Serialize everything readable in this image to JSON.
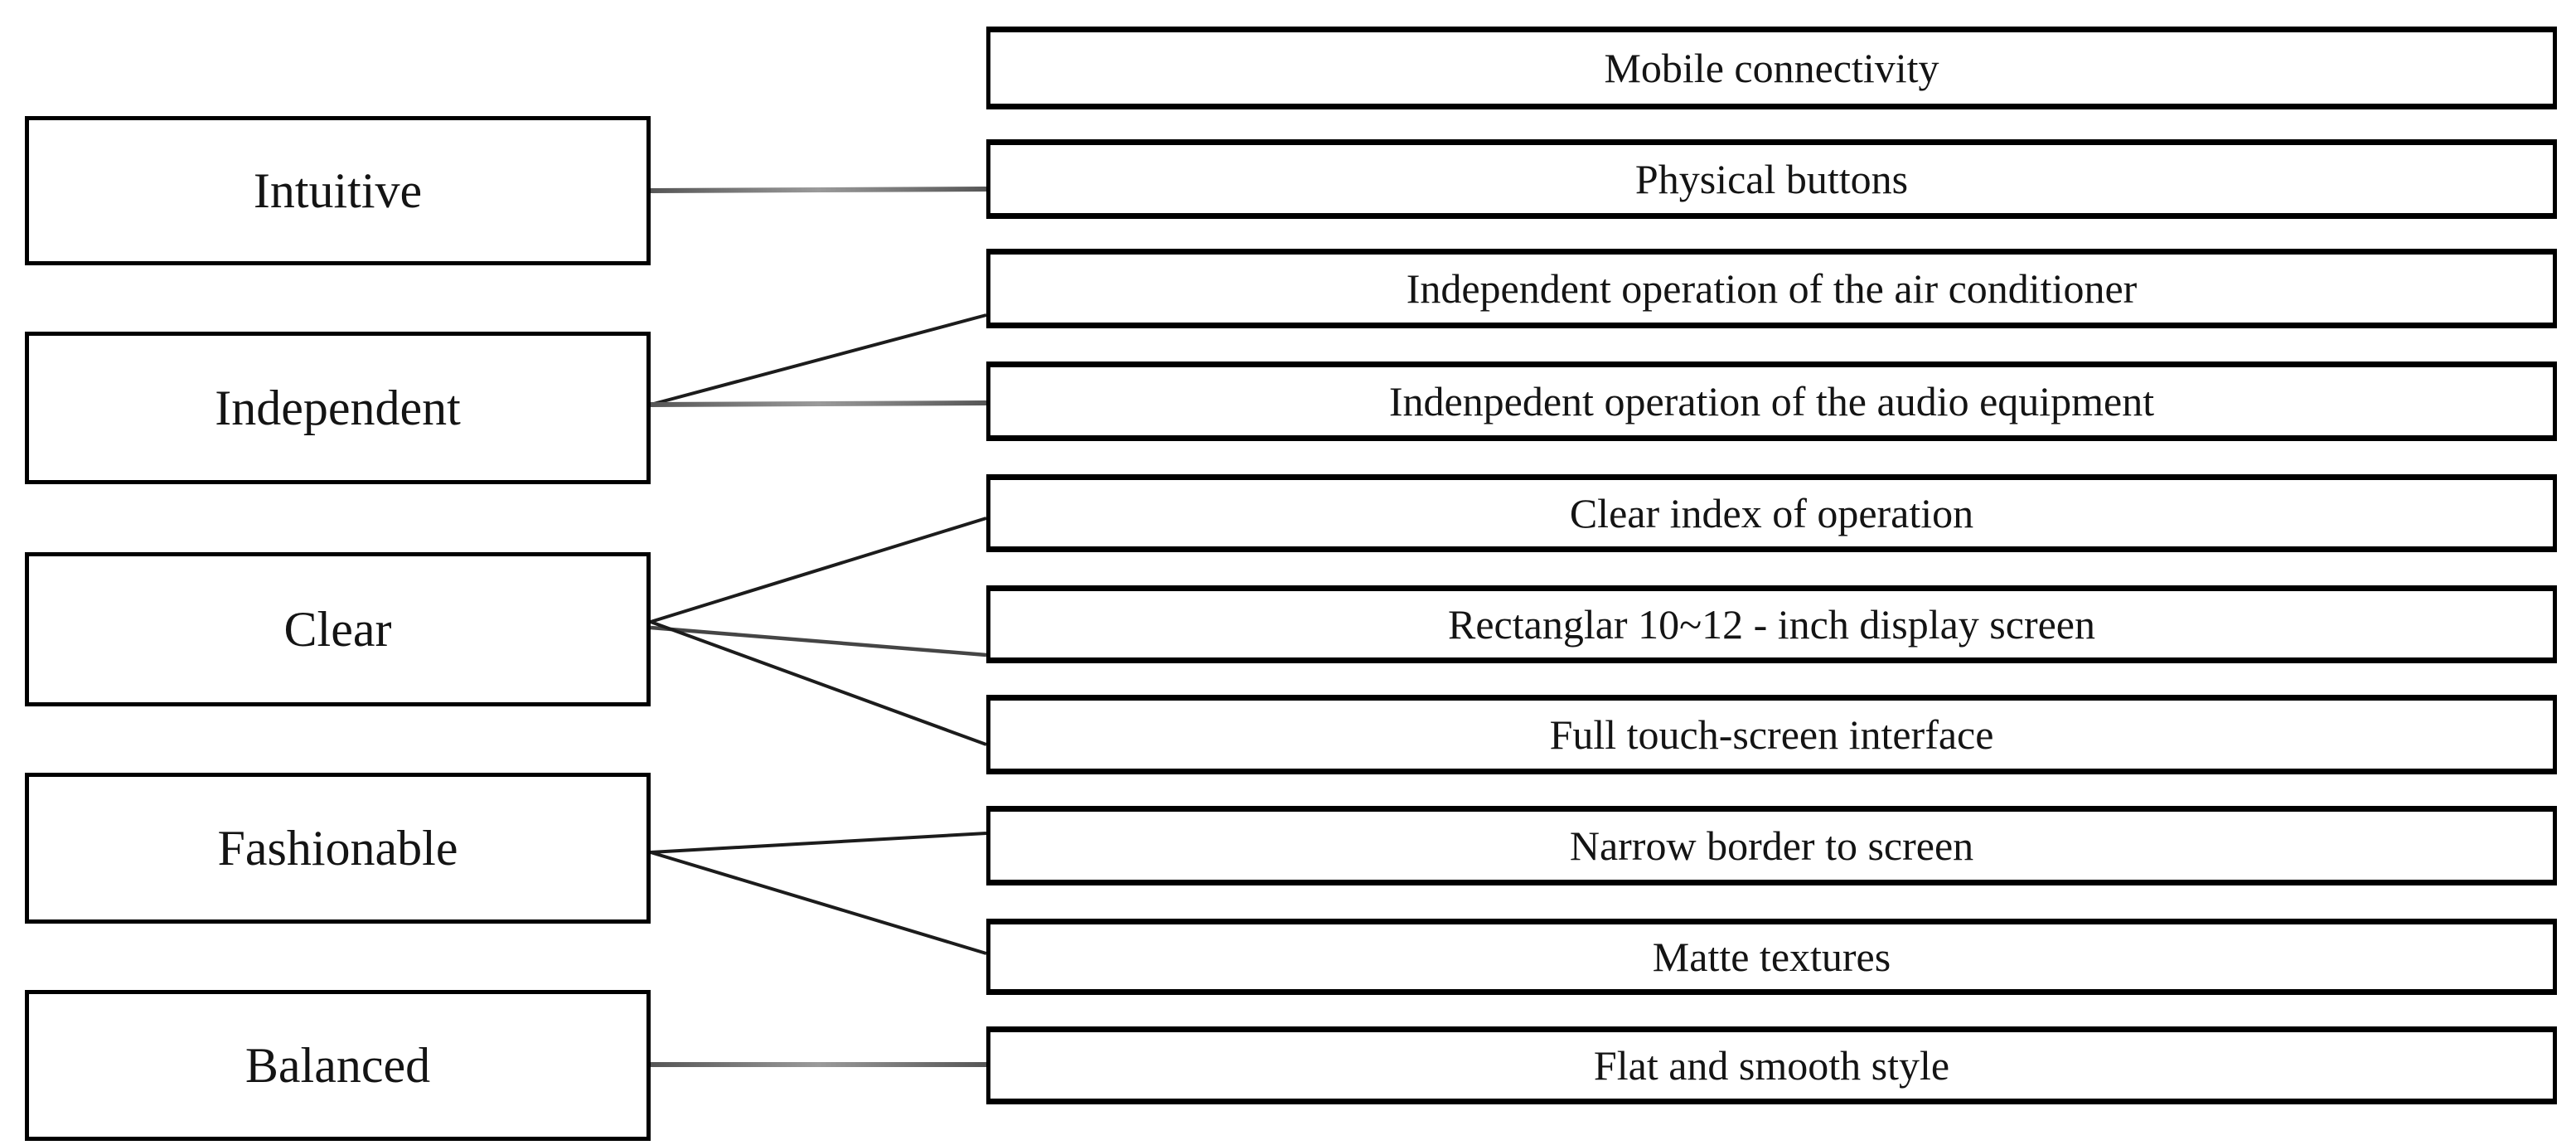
{
  "diagram": {
    "type": "concept-mapping",
    "left_nodes": [
      {
        "id": "intuitive",
        "label": "Intuitive"
      },
      {
        "id": "independent",
        "label": "Independent"
      },
      {
        "id": "clear",
        "label": "Clear"
      },
      {
        "id": "fashionable",
        "label": "Fashionable"
      },
      {
        "id": "balanced",
        "label": "Balanced"
      }
    ],
    "right_nodes": [
      {
        "id": "mobile-connectivity",
        "label": "Mobile connectivity"
      },
      {
        "id": "physical-buttons",
        "label": "Physical buttons"
      },
      {
        "id": "air-conditioner-operation",
        "label": "Independent operation of the air conditioner"
      },
      {
        "id": "audio-equipment-operation",
        "label": "Indenpedent operation of the audio equipment"
      },
      {
        "id": "clear-index",
        "label": "Clear index of operation"
      },
      {
        "id": "display-screen",
        "label": "Rectanglar 10~12 - inch display screen"
      },
      {
        "id": "full-touch-screen",
        "label": "Full touch-screen interface"
      },
      {
        "id": "narrow-border",
        "label": "Narrow border to screen"
      },
      {
        "id": "matte-textures",
        "label": "Matte textures"
      },
      {
        "id": "flat-smooth-style",
        "label": "Flat and smooth style"
      }
    ],
    "connections": [
      {
        "from": "intuitive",
        "to": "physical-buttons",
        "style": "gray"
      },
      {
        "from": "independent",
        "to": "air-conditioner-operation",
        "style": "dark"
      },
      {
        "from": "independent",
        "to": "audio-equipment-operation",
        "style": "gray"
      },
      {
        "from": "clear",
        "to": "clear-index",
        "style": "dark"
      },
      {
        "from": "clear",
        "to": "display-screen",
        "style": "mid"
      },
      {
        "from": "clear",
        "to": "full-touch-screen",
        "style": "dark"
      },
      {
        "from": "fashionable",
        "to": "narrow-border",
        "style": "dark"
      },
      {
        "from": "fashionable",
        "to": "matte-textures",
        "style": "dark"
      },
      {
        "from": "balanced",
        "to": "flat-smooth-style",
        "style": "gray"
      }
    ],
    "colors": {
      "background": "#ffffff",
      "box_border": "#000000",
      "text": "#141414",
      "connector_gray": "#6e6e6e",
      "connector_gray_light": "#9a9a9a",
      "connector_mid": "#454545",
      "connector_dark": "#1c1c1c"
    }
  }
}
